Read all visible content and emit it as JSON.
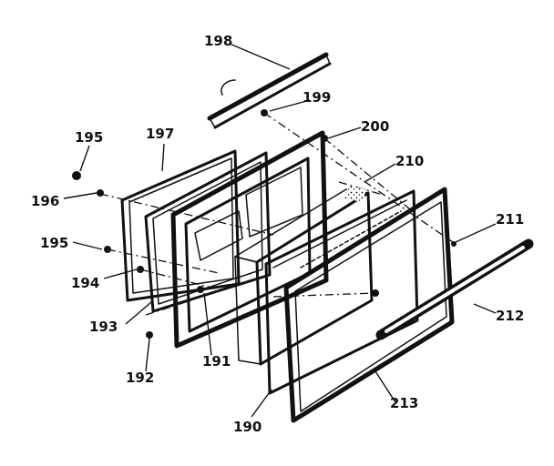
{
  "parts": {
    "p190": "190",
    "p191": "191",
    "p192": "192",
    "p193": "193",
    "p194": "194",
    "p195a": "195",
    "p195b": "195",
    "p196": "196",
    "p197": "197",
    "p198": "198",
    "p199": "199",
    "p200": "200",
    "p210": "210",
    "p211": "211",
    "p212": "212",
    "p213": "213"
  },
  "colors": {
    "ink": "#111111",
    "paper": "#ffffff"
  }
}
